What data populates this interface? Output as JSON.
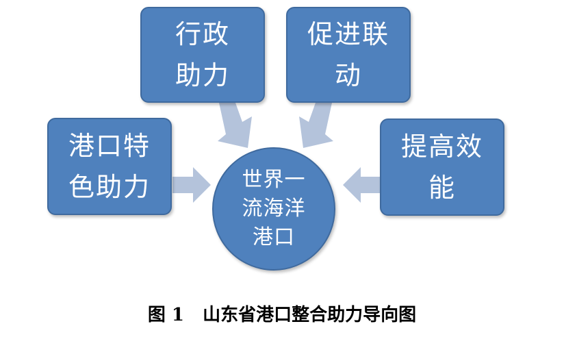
{
  "diagram": {
    "center": {
      "label": "世界一\n流海洋\n港口"
    },
    "nodes": {
      "admin": {
        "label": "行政\n助力"
      },
      "linkage": {
        "label": "促进联\n动"
      },
      "port_features": {
        "label": "港口特\n色助力"
      },
      "efficiency": {
        "label": "提高效\n能"
      }
    }
  },
  "caption": "图 1   山东省港口整合助力导向图",
  "colors": {
    "box_fill": "#4f81bd",
    "box_border": "#3f6a9e",
    "arrow_fill": "#b4c3db"
  }
}
